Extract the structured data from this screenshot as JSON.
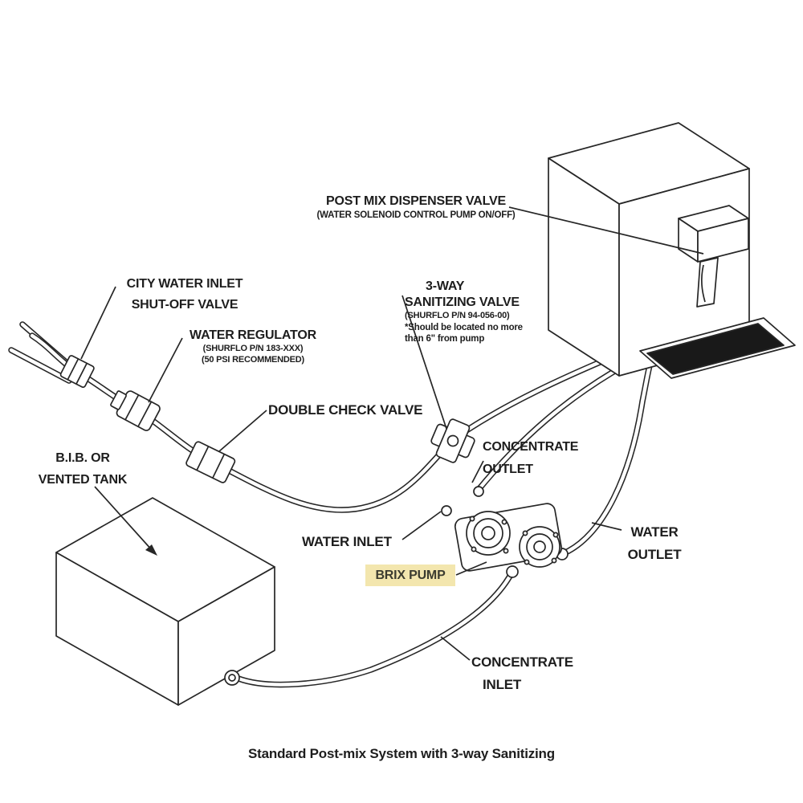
{
  "diagram": {
    "caption": "Standard Post-mix System with 3-way Sanitizing",
    "highlight_color": "#f3e6ae",
    "ink_color": "#1d1d1d",
    "labels": {
      "dispenser_valve": {
        "line1": "POST MIX DISPENSER VALVE",
        "line2": "(WATER SOLENOID CONTROL PUMP ON/OFF)"
      },
      "city_water": {
        "line1": "CITY WATER INLET",
        "line2": "SHUT-OFF VALVE"
      },
      "regulator": {
        "line1": "WATER REGULATOR",
        "line2": "(SHURFLO P/N 183-XXX)",
        "line3": "(50 PSI RECOMMENDED)"
      },
      "double_check": {
        "line1": "DOUBLE CHECK VALVE"
      },
      "sanitizing": {
        "line1": "3-WAY",
        "line2": "SANITIZING VALVE",
        "line3": "(SHURFLO P/N 94-056-00)",
        "line4": "*Should be located no more",
        "line5": "than 6\" from pump"
      },
      "concentrate_outlet": {
        "line1": "CONCENTRATE",
        "line2": "OUTLET"
      },
      "water_inlet": {
        "line1": "WATER INLET"
      },
      "water_outlet": {
        "line1": "WATER",
        "line2": "OUTLET"
      },
      "brix_pump": {
        "line1": "BRIX PUMP"
      },
      "bib_tank": {
        "line1": "B.I.B. OR",
        "line2": "VENTED TANK"
      },
      "concentrate_inlet": {
        "line1": "CONCENTRATE",
        "line2": "INLET"
      }
    }
  }
}
